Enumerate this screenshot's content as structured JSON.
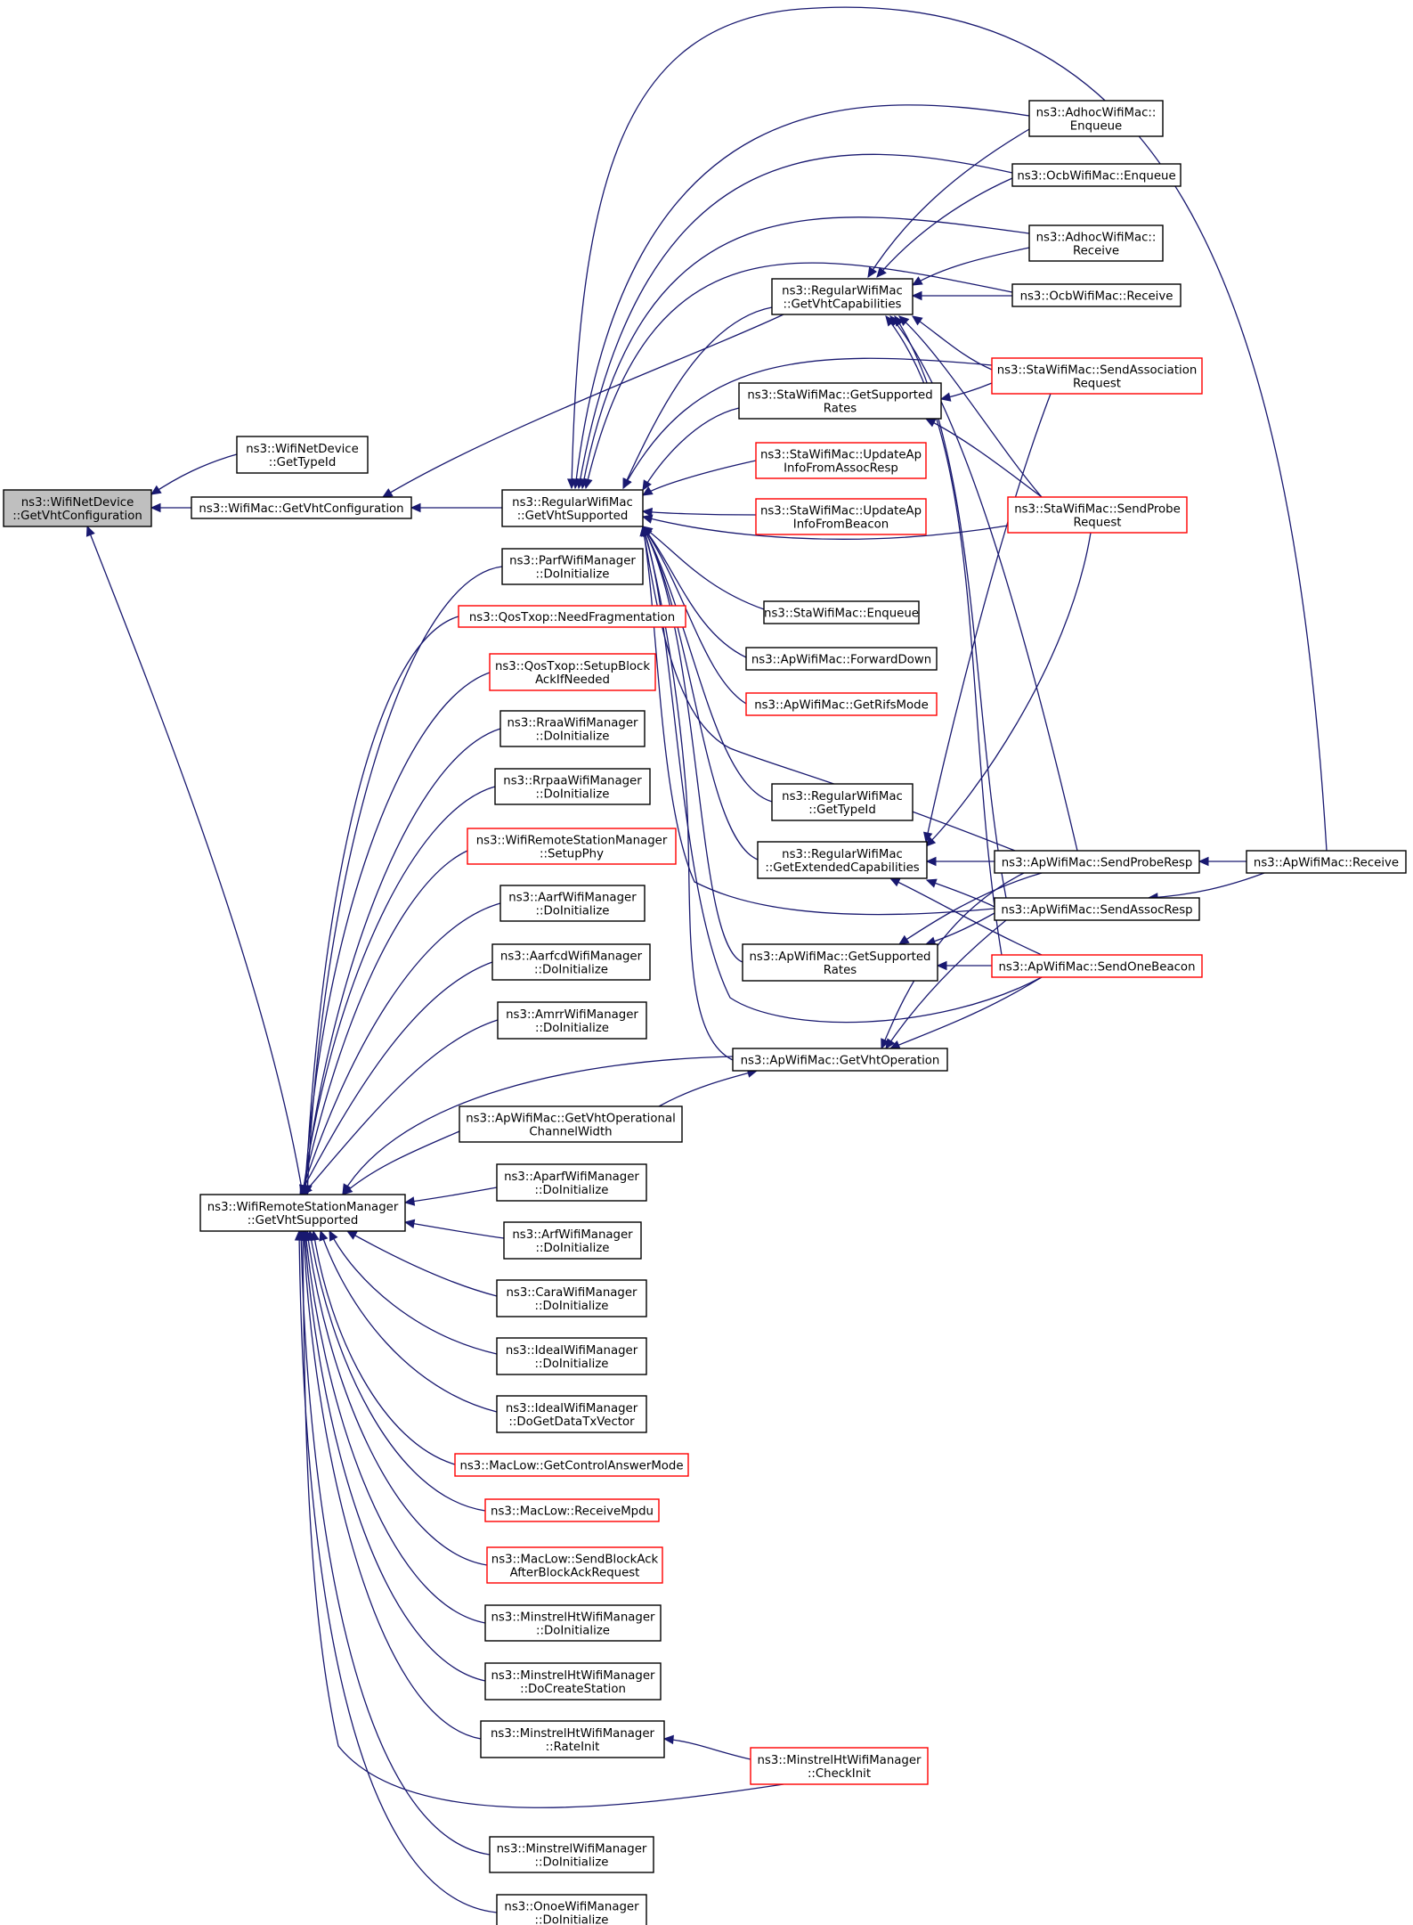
{
  "colors": {
    "edge": "#191970",
    "border_normal": "#000000",
    "border_truncated": "#ff0000",
    "root_fill": "#bfbfbf",
    "node_fill": "#ffffff"
  },
  "nodes": [
    {
      "id": "root",
      "lines": [
        "ns3::WifiNetDevice",
        "::GetVhtConfiguration"
      ],
      "style": "root"
    },
    {
      "id": "n_netdev_gettypeid",
      "lines": [
        "ns3::WifiNetDevice",
        "::GetTypeId"
      ],
      "style": "normal"
    },
    {
      "id": "n_wifimac_getvhtconf",
      "lines": [
        "ns3::WifiMac::GetVhtConfiguration"
      ],
      "style": "normal"
    },
    {
      "id": "n_rwm_getvhtsupported",
      "lines": [
        "ns3::RegularWifiMac",
        "::GetVhtSupported"
      ],
      "style": "normal"
    },
    {
      "id": "n_rwsm_getvhtsupported",
      "lines": [
        "ns3::WifiRemoteStationManager",
        "::GetVhtSupported"
      ],
      "style": "normal"
    },
    {
      "id": "n_adhoc_enqueue",
      "lines": [
        "ns3::AdhocWifiMac::",
        "Enqueue"
      ],
      "style": "normal"
    },
    {
      "id": "n_ocb_enqueue",
      "lines": [
        "ns3::OcbWifiMac::Enqueue"
      ],
      "style": "normal"
    },
    {
      "id": "n_adhoc_receive",
      "lines": [
        "ns3::AdhocWifiMac::",
        "Receive"
      ],
      "style": "normal"
    },
    {
      "id": "n_rwm_getvhtcap",
      "lines": [
        "ns3::RegularWifiMac",
        "::GetVhtCapabilities"
      ],
      "style": "normal"
    },
    {
      "id": "n_ocb_receive",
      "lines": [
        "ns3::OcbWifiMac::Receive"
      ],
      "style": "normal"
    },
    {
      "id": "n_sta_sendassocreq",
      "lines": [
        "ns3::StaWifiMac::SendAssociation",
        "Request"
      ],
      "style": "truncated"
    },
    {
      "id": "n_sta_getsuprates",
      "lines": [
        "ns3::StaWifiMac::GetSupported",
        "Rates"
      ],
      "style": "normal"
    },
    {
      "id": "n_sta_updateap_assoc",
      "lines": [
        "ns3::StaWifiMac::UpdateAp",
        "InfoFromAssocResp"
      ],
      "style": "truncated"
    },
    {
      "id": "n_sta_updateap_beacon",
      "lines": [
        "ns3::StaWifiMac::UpdateAp",
        "InfoFromBeacon"
      ],
      "style": "truncated"
    },
    {
      "id": "n_sta_sendprobereq",
      "lines": [
        "ns3::StaWifiMac::SendProbe",
        "Request"
      ],
      "style": "truncated"
    },
    {
      "id": "n_parf_doinit",
      "lines": [
        "ns3::ParfWifiManager",
        "::DoInitialize"
      ],
      "style": "normal"
    },
    {
      "id": "n_qos_needfrag",
      "lines": [
        "ns3::QosTxop::NeedFragmentation"
      ],
      "style": "truncated"
    },
    {
      "id": "n_qos_setupblockack",
      "lines": [
        "ns3::QosTxop::SetupBlock",
        "AckIfNeeded"
      ],
      "style": "truncated"
    },
    {
      "id": "n_sta_enqueue",
      "lines": [
        "ns3::StaWifiMac::Enqueue"
      ],
      "style": "normal"
    },
    {
      "id": "n_ap_forwarddown",
      "lines": [
        "ns3::ApWifiMac::ForwardDown"
      ],
      "style": "normal"
    },
    {
      "id": "n_raa_doinit",
      "lines": [
        "ns3::RraaWifiManager",
        "::DoInitialize"
      ],
      "style": "normal"
    },
    {
      "id": "n_ap_getrifsmode",
      "lines": [
        "ns3::ApWifiMac::GetRifsMode"
      ],
      "style": "truncated"
    },
    {
      "id": "n_rpaa_doinit",
      "lines": [
        "ns3::RrpaaWifiManager",
        "::DoInitialize"
      ],
      "style": "normal"
    },
    {
      "id": "n_rwm_gettypeid",
      "lines": [
        "ns3::RegularWifiMac",
        "::GetTypeId"
      ],
      "style": "normal"
    },
    {
      "id": "n_rwsm_setupphy",
      "lines": [
        "ns3::WifiRemoteStationManager",
        "::SetupPhy"
      ],
      "style": "truncated"
    },
    {
      "id": "n_rwm_getextcap",
      "lines": [
        "ns3::RegularWifiMac",
        "::GetExtendedCapabilities"
      ],
      "style": "normal"
    },
    {
      "id": "n_ap_sendproberesp",
      "lines": [
        "ns3::ApWifiMac::SendProbeResp"
      ],
      "style": "normal"
    },
    {
      "id": "n_ap_receive",
      "lines": [
        "ns3::ApWifiMac::Receive"
      ],
      "style": "normal"
    },
    {
      "id": "n_aarf_doinit",
      "lines": [
        "ns3::AarfWifiManager",
        "::DoInitialize"
      ],
      "style": "normal"
    },
    {
      "id": "n_ap_sendassocresp",
      "lines": [
        "ns3::ApWifiMac::SendAssocResp"
      ],
      "style": "normal"
    },
    {
      "id": "n_aarfcd_doinit",
      "lines": [
        "ns3::AarfcdWifiManager",
        "::DoInitialize"
      ],
      "style": "normal"
    },
    {
      "id": "n_ap_getsuprates",
      "lines": [
        "ns3::ApWifiMac::GetSupported",
        "Rates"
      ],
      "style": "normal"
    },
    {
      "id": "n_ap_sendonebeacon",
      "lines": [
        "ns3::ApWifiMac::SendOneBeacon"
      ],
      "style": "truncated"
    },
    {
      "id": "n_amrr_doinit",
      "lines": [
        "ns3::AmrrWifiManager",
        "::DoInitialize"
      ],
      "style": "normal"
    },
    {
      "id": "n_ap_getvhtop",
      "lines": [
        "ns3::ApWifiMac::GetVhtOperation"
      ],
      "style": "normal"
    },
    {
      "id": "n_ap_getvhtopchw",
      "lines": [
        "ns3::ApWifiMac::GetVhtOperational",
        "ChannelWidth"
      ],
      "style": "normal"
    },
    {
      "id": "n_aparf_doinit",
      "lines": [
        "ns3::AparfWifiManager",
        "::DoInitialize"
      ],
      "style": "normal"
    },
    {
      "id": "n_arf_doinit",
      "lines": [
        "ns3::ArfWifiManager",
        "::DoInitialize"
      ],
      "style": "normal"
    },
    {
      "id": "n_cara_doinit",
      "lines": [
        "ns3::CaraWifiManager",
        "::DoInitialize"
      ],
      "style": "normal"
    },
    {
      "id": "n_ideal_doinit",
      "lines": [
        "ns3::IdealWifiManager",
        "::DoInitialize"
      ],
      "style": "normal"
    },
    {
      "id": "n_ideal_dogetdata",
      "lines": [
        "ns3::IdealWifiManager",
        "::DoGetDataTxVector"
      ],
      "style": "normal"
    },
    {
      "id": "n_maclow_getctrl",
      "lines": [
        "ns3::MacLow::GetControlAnswerMode"
      ],
      "style": "truncated"
    },
    {
      "id": "n_maclow_recvmpdu",
      "lines": [
        "ns3::MacLow::ReceiveMpdu"
      ],
      "style": "truncated"
    },
    {
      "id": "n_maclow_sendblockack",
      "lines": [
        "ns3::MacLow::SendBlockAck",
        "AfterBlockAckRequest"
      ],
      "style": "truncated"
    },
    {
      "id": "n_mht_doinit",
      "lines": [
        "ns3::MinstrelHtWifiManager",
        "::DoInitialize"
      ],
      "style": "normal"
    },
    {
      "id": "n_mht_docreate",
      "lines": [
        "ns3::MinstrelHtWifiManager",
        "::DoCreateStation"
      ],
      "style": "normal"
    },
    {
      "id": "n_mht_rateinit",
      "lines": [
        "ns3::MinstrelHtWifiManager",
        "::RateInit"
      ],
      "style": "normal"
    },
    {
      "id": "n_mht_checkinit",
      "lines": [
        "ns3::MinstrelHtWifiManager",
        "::CheckInit"
      ],
      "style": "truncated"
    },
    {
      "id": "n_minstrel_doinit",
      "lines": [
        "ns3::MinstrelWifiManager",
        "::DoInitialize"
      ],
      "style": "normal"
    },
    {
      "id": "n_onoe_doinit",
      "lines": [
        "ns3::OnoeWifiManager",
        "::DoInitialize"
      ],
      "style": "normal"
    }
  ],
  "edges": [
    [
      "n_netdev_gettypeid",
      "root"
    ],
    [
      "n_wifimac_getvhtconf",
      "root"
    ],
    [
      "n_rwsm_getvhtsupported",
      "root"
    ],
    [
      "n_rwm_getvhtsupported",
      "n_wifimac_getvhtconf"
    ],
    [
      "n_rwm_getvhtcap",
      "n_wifimac_getvhtconf"
    ],
    [
      "n_adhoc_enqueue",
      "n_rwm_getvhtsupported"
    ],
    [
      "n_ocb_enqueue",
      "n_rwm_getvhtsupported"
    ],
    [
      "n_adhoc_receive",
      "n_rwm_getvhtsupported"
    ],
    [
      "n_ocb_receive",
      "n_rwm_getvhtsupported"
    ],
    [
      "n_rwm_getvhtcap",
      "n_rwm_getvhtsupported"
    ],
    [
      "n_sta_sendassocreq",
      "n_rwm_getvhtsupported"
    ],
    [
      "n_sta_getsuprates",
      "n_rwm_getvhtsupported"
    ],
    [
      "n_sta_updateap_assoc",
      "n_rwm_getvhtsupported"
    ],
    [
      "n_sta_updateap_beacon",
      "n_rwm_getvhtsupported"
    ],
    [
      "n_sta_sendprobereq",
      "n_rwm_getvhtsupported"
    ],
    [
      "n_sta_enqueue",
      "n_rwm_getvhtsupported"
    ],
    [
      "n_ap_forwarddown",
      "n_rwm_getvhtsupported"
    ],
    [
      "n_ap_getrifsmode",
      "n_rwm_getvhtsupported"
    ],
    [
      "n_rwm_gettypeid",
      "n_rwm_getvhtsupported"
    ],
    [
      "n_rwm_getextcap",
      "n_rwm_getvhtsupported"
    ],
    [
      "n_ap_sendproberesp",
      "n_rwm_getvhtsupported"
    ],
    [
      "n_ap_sendassocresp",
      "n_rwm_getvhtsupported"
    ],
    [
      "n_ap_getsuprates",
      "n_rwm_getvhtsupported"
    ],
    [
      "n_ap_sendonebeacon",
      "n_rwm_getvhtsupported"
    ],
    [
      "n_ap_getvhtop",
      "n_rwm_getvhtsupported"
    ],
    [
      "n_ap_receive",
      "n_rwm_getvhtsupported"
    ],
    [
      "n_adhoc_enqueue",
      "n_rwm_getvhtcap"
    ],
    [
      "n_ocb_enqueue",
      "n_rwm_getvhtcap"
    ],
    [
      "n_adhoc_receive",
      "n_rwm_getvhtcap"
    ],
    [
      "n_ocb_receive",
      "n_rwm_getvhtcap"
    ],
    [
      "n_sta_sendassocreq",
      "n_rwm_getvhtcap"
    ],
    [
      "n_sta_sendprobereq",
      "n_rwm_getvhtcap"
    ],
    [
      "n_ap_sendproberesp",
      "n_rwm_getvhtcap"
    ],
    [
      "n_ap_sendassocresp",
      "n_rwm_getvhtcap"
    ],
    [
      "n_ap_sendonebeacon",
      "n_rwm_getvhtcap"
    ],
    [
      "n_sta_sendassocreq",
      "n_sta_getsuprates"
    ],
    [
      "n_sta_sendprobereq",
      "n_sta_getsuprates"
    ],
    [
      "n_sta_sendassocreq",
      "n_rwm_getextcap"
    ],
    [
      "n_sta_sendprobereq",
      "n_rwm_getextcap"
    ],
    [
      "n_ap_sendproberesp",
      "n_rwm_getextcap"
    ],
    [
      "n_ap_sendassocresp",
      "n_rwm_getextcap"
    ],
    [
      "n_ap_sendonebeacon",
      "n_rwm_getextcap"
    ],
    [
      "n_ap_receive",
      "n_ap_sendproberesp"
    ],
    [
      "n_ap_receive",
      "n_ap_sendassocresp"
    ],
    [
      "n_ap_sendproberesp",
      "n_ap_getsuprates"
    ],
    [
      "n_ap_sendassocresp",
      "n_ap_getsuprates"
    ],
    [
      "n_ap_sendonebeacon",
      "n_ap_getsuprates"
    ],
    [
      "n_ap_sendproberesp",
      "n_ap_getvhtop"
    ],
    [
      "n_ap_sendassocresp",
      "n_ap_getvhtop"
    ],
    [
      "n_ap_sendonebeacon",
      "n_ap_getvhtop"
    ],
    [
      "n_ap_getvhtop",
      "n_rwsm_getvhtsupported"
    ],
    [
      "n_ap_getvhtopchw",
      "n_ap_getvhtop"
    ],
    [
      "n_parf_doinit",
      "n_rwsm_getvhtsupported"
    ],
    [
      "n_qos_needfrag",
      "n_rwsm_getvhtsupported"
    ],
    [
      "n_qos_setupblockack",
      "n_rwsm_getvhtsupported"
    ],
    [
      "n_raa_doinit",
      "n_rwsm_getvhtsupported"
    ],
    [
      "n_rpaa_doinit",
      "n_rwsm_getvhtsupported"
    ],
    [
      "n_rwsm_setupphy",
      "n_rwsm_getvhtsupported"
    ],
    [
      "n_aarf_doinit",
      "n_rwsm_getvhtsupported"
    ],
    [
      "n_aarfcd_doinit",
      "n_rwsm_getvhtsupported"
    ],
    [
      "n_amrr_doinit",
      "n_rwsm_getvhtsupported"
    ],
    [
      "n_ap_getvhtopchw",
      "n_rwsm_getvhtsupported"
    ],
    [
      "n_aparf_doinit",
      "n_rwsm_getvhtsupported"
    ],
    [
      "n_arf_doinit",
      "n_rwsm_getvhtsupported"
    ],
    [
      "n_cara_doinit",
      "n_rwsm_getvhtsupported"
    ],
    [
      "n_ideal_doinit",
      "n_rwsm_getvhtsupported"
    ],
    [
      "n_ideal_dogetdata",
      "n_rwsm_getvhtsupported"
    ],
    [
      "n_maclow_getctrl",
      "n_rwsm_getvhtsupported"
    ],
    [
      "n_maclow_recvmpdu",
      "n_rwsm_getvhtsupported"
    ],
    [
      "n_maclow_sendblockack",
      "n_rwsm_getvhtsupported"
    ],
    [
      "n_mht_doinit",
      "n_rwsm_getvhtsupported"
    ],
    [
      "n_mht_docreate",
      "n_rwsm_getvhtsupported"
    ],
    [
      "n_mht_rateinit",
      "n_rwsm_getvhtsupported"
    ],
    [
      "n_mht_checkinit",
      "n_rwsm_getvhtsupported"
    ],
    [
      "n_mht_checkinit",
      "n_mht_rateinit"
    ],
    [
      "n_minstrel_doinit",
      "n_rwsm_getvhtsupported"
    ],
    [
      "n_onoe_doinit",
      "n_rwsm_getvhtsupported"
    ]
  ]
}
